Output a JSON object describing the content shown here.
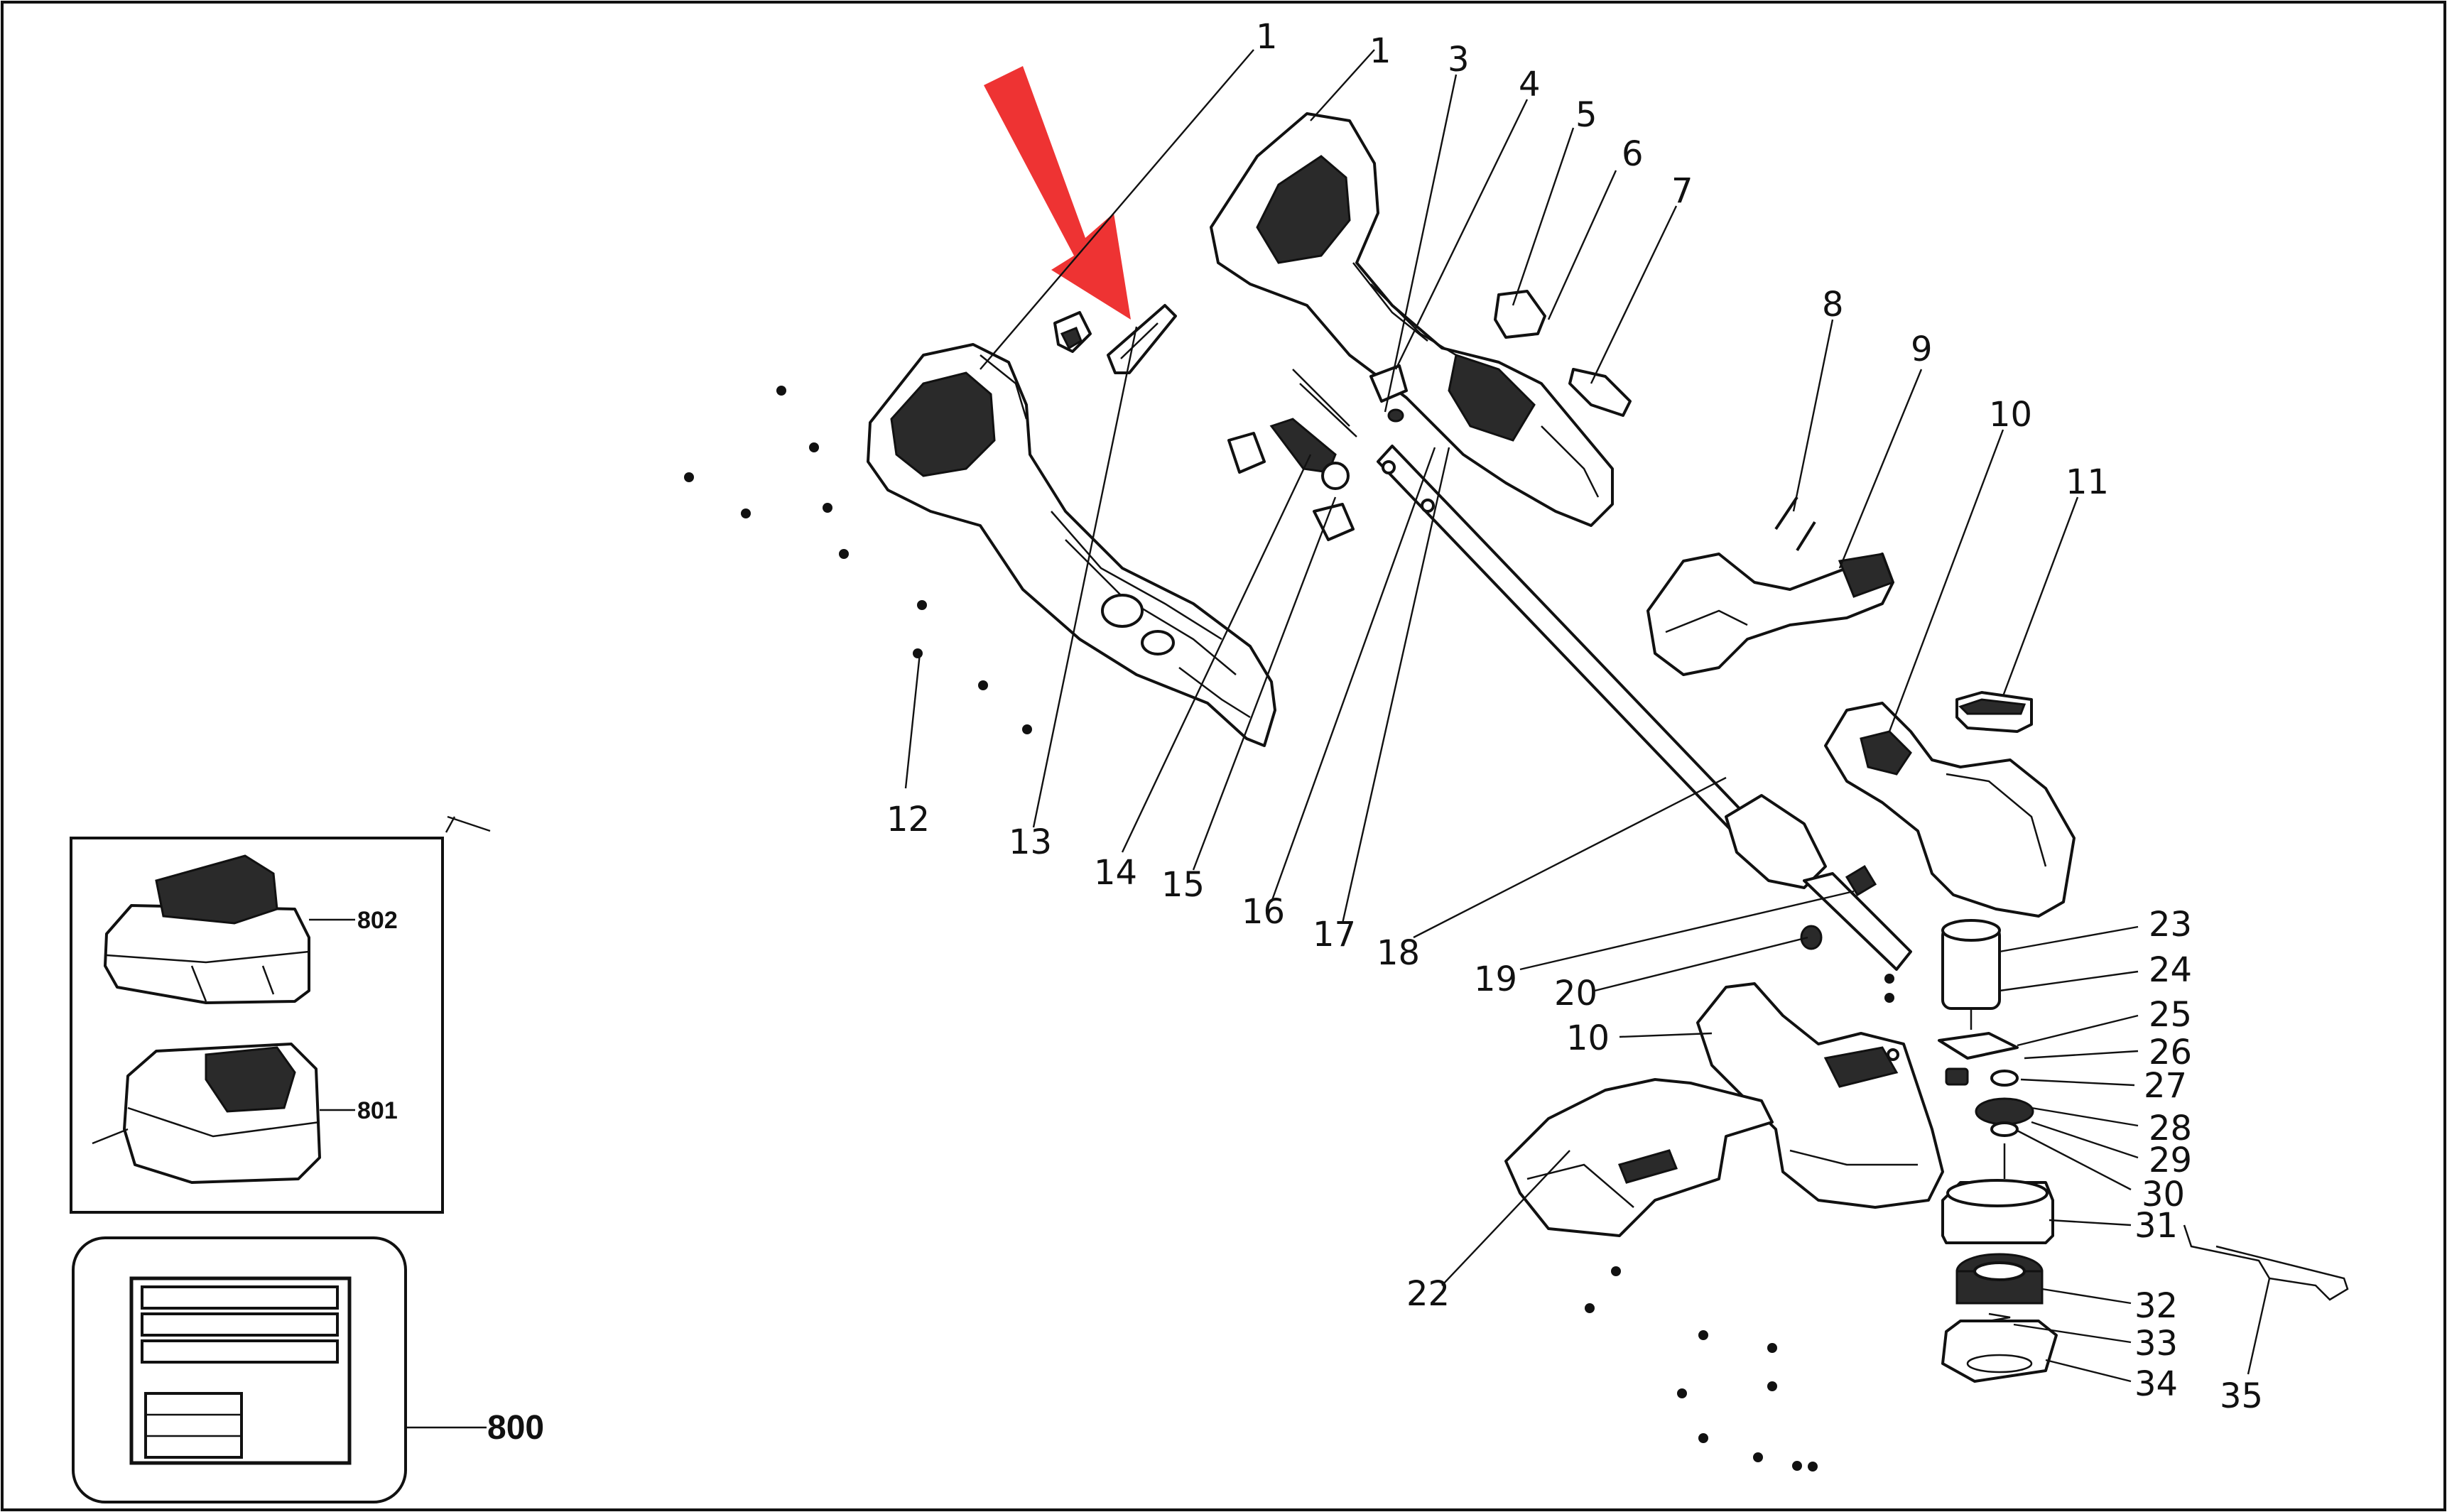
{
  "callouts": {
    "n1a": "1",
    "n1b": "1",
    "n3": "3",
    "n4": "4",
    "n5": "5",
    "n6": "6",
    "n7": "7",
    "n8": "8",
    "n9": "9",
    "n10a": "10",
    "n10b": "10",
    "n11": "11",
    "n12": "12",
    "n13": "13",
    "n14": "14",
    "n15": "15",
    "n16": "16",
    "n17": "17",
    "n18": "18",
    "n19": "19",
    "n20": "20",
    "n22": "22",
    "n23": "23",
    "n24": "24",
    "n25": "25",
    "n26": "26",
    "n27": "27",
    "n28": "28",
    "n29": "29",
    "n30": "30",
    "n31": "31",
    "n32": "32",
    "n33": "33",
    "n34": "34",
    "n35": "35"
  },
  "accessories": {
    "battery": "802",
    "charger": "801",
    "manual": "800"
  },
  "colors": {
    "highlight_arrow": "#ee3333",
    "line": "#111111",
    "background": "#ffffff"
  }
}
